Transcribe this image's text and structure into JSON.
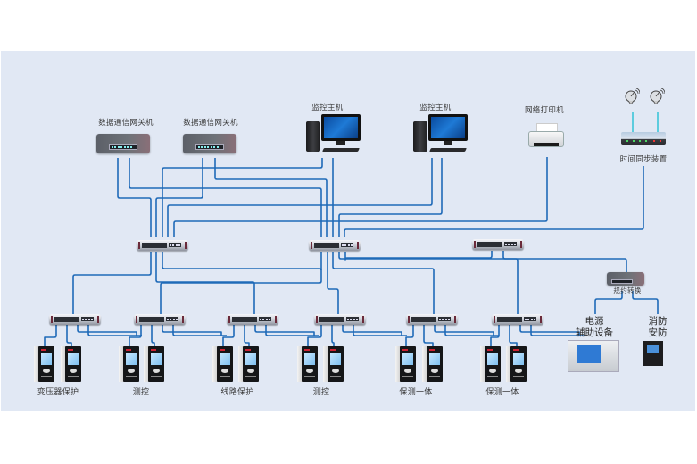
{
  "diagram": {
    "title": "",
    "background_color": "#e1e8f4",
    "wire_color": "#1f6ab8",
    "antenna_wire_color": "#3cc4d8"
  },
  "station_layer": {
    "gateways": [
      {
        "label": "数据通信网关机",
        "icon": "gateway-device"
      },
      {
        "label": "数据通信网关机",
        "icon": "gateway-device"
      }
    ],
    "monitors": [
      {
        "label": "监控主机",
        "icon": "desktop-computer"
      },
      {
        "label": "监控主机",
        "icon": "desktop-computer"
      }
    ],
    "printer": {
      "label": "网络打印机",
      "icon": "printer"
    },
    "time_sync": {
      "label": "时间同步装置",
      "icon": "gps-antenna"
    }
  },
  "network_layer": {
    "core_switches": [
      {
        "name": "switch-a",
        "icon": "network-switch"
      },
      {
        "name": "switch-b",
        "icon": "network-switch"
      },
      {
        "name": "switch-c",
        "icon": "network-switch"
      }
    ],
    "protocol_converter": {
      "label": "规约转换",
      "icon": "protocol-converter"
    }
  },
  "bay_layer": {
    "groups": [
      {
        "label": "变压器保护",
        "devices": 2
      },
      {
        "label": "测控",
        "devices": 2
      },
      {
        "label": "线路保护",
        "devices": 2
      },
      {
        "label": "测控",
        "devices": 2
      },
      {
        "label": "保测一体",
        "devices": 2
      },
      {
        "label": "保测一体",
        "devices": 2
      }
    ],
    "aux": [
      {
        "label_line1": "电源",
        "label_line2": "辅助设备",
        "icon": "power-panel"
      },
      {
        "label_line1": "消防",
        "label_line2": "安防",
        "icon": "fire-panel"
      }
    ]
  }
}
